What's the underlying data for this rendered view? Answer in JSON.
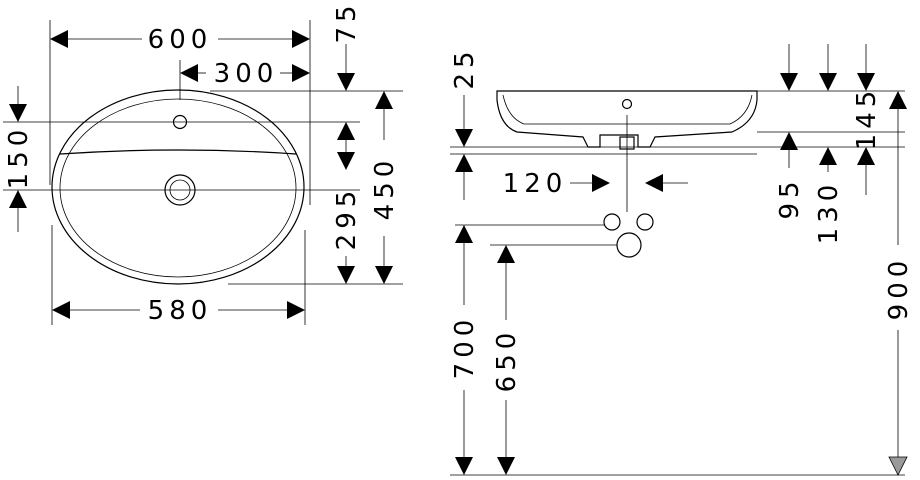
{
  "dimensions": {
    "top_view": {
      "overall_width": "600",
      "tap_hole_offset": "300",
      "rim_to_tap": "75",
      "tap_to_drain": "150",
      "drain_to_front": "295",
      "overall_depth": "450",
      "bowl_width": "580"
    },
    "side_view": {
      "rim_thickness": "25",
      "drain_offset": "120",
      "overall_height": "145",
      "bowl_height": "95",
      "height_to_drain": "130",
      "waste_height_upper": "700",
      "waste_height_lower": "650",
      "mounting_height": "900"
    }
  }
}
